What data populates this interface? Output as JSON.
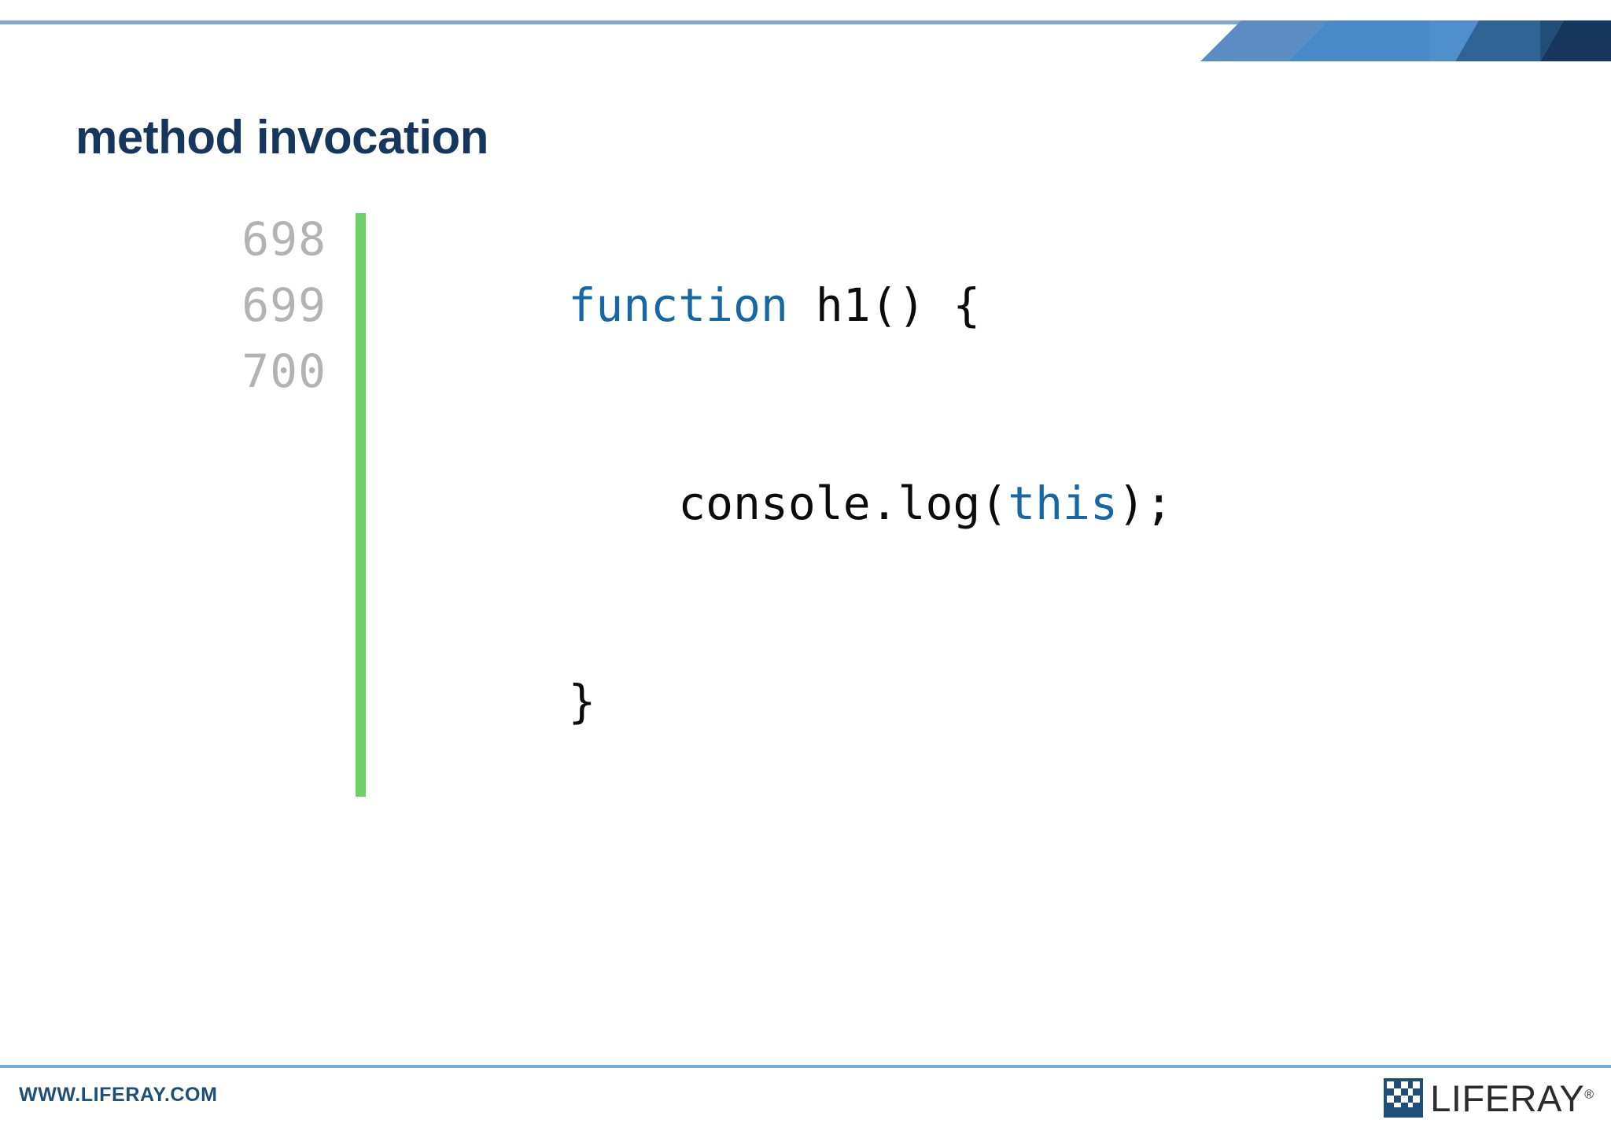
{
  "slide": {
    "title": "method invocation",
    "accent_rule_color": "#7CAAD4",
    "title_color": "#17365D"
  },
  "banner": {
    "name": "angled-facet-banner",
    "facets": [
      {
        "fill": "#5B8DC2"
      },
      {
        "fill": "#4A8AC9"
      },
      {
        "fill": "#3D7DB8"
      },
      {
        "fill": "#2E6394"
      },
      {
        "fill": "#1F4E79"
      },
      {
        "fill": "#17365D"
      }
    ]
  },
  "code": {
    "marker_color": "#6ED167",
    "keyword_color": "#1567A6",
    "text_color": "#0B0B0B",
    "line_number_color": "#B3B3B3",
    "lines": [
      {
        "number": "698",
        "tokens": [
          {
            "text": "function",
            "type": "keyword"
          },
          {
            "text": " h1() {",
            "type": "plain"
          }
        ]
      },
      {
        "number": "699",
        "tokens": [
          {
            "text": "    console.log(",
            "type": "plain"
          },
          {
            "text": "this",
            "type": "keyword"
          },
          {
            "text": ");",
            "type": "plain"
          }
        ]
      },
      {
        "number": "700",
        "tokens": [
          {
            "text": "}",
            "type": "plain"
          }
        ]
      }
    ]
  },
  "footer": {
    "url": "WWW.LIFERAY.COM",
    "url_color": "#1F4E79",
    "logo_text": "LIFERAY",
    "logo_registered": "®",
    "logo_mark_name": "liferay-checker-logo-icon"
  }
}
